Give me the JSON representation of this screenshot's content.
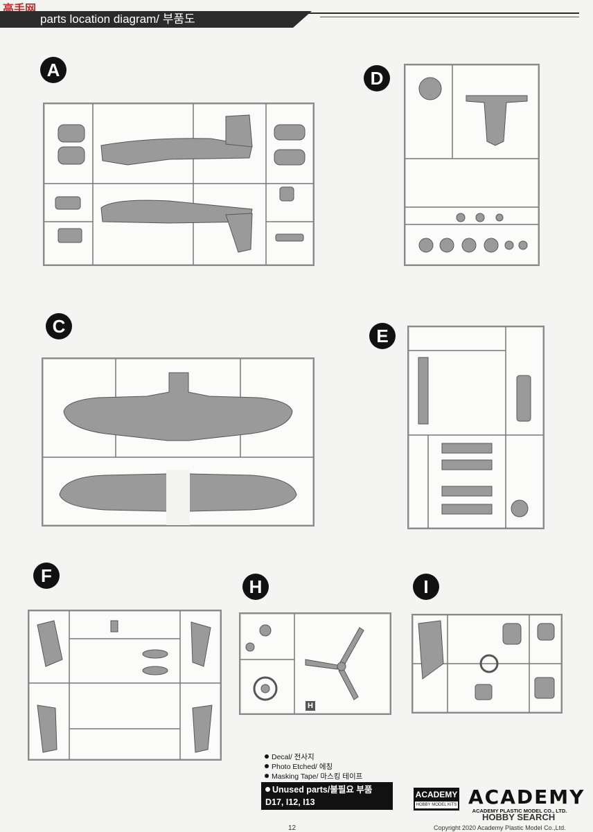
{
  "header": {
    "title": "parts location diagram/ 부품도",
    "watermark": "高手网"
  },
  "sprues": {
    "A": {
      "label": "A"
    },
    "C": {
      "label": "C"
    },
    "D": {
      "label": "D"
    },
    "E": {
      "label": "E"
    },
    "F": {
      "label": "F"
    },
    "H": {
      "label": "H",
      "tag": "H"
    },
    "I": {
      "label": "I"
    }
  },
  "legend": {
    "items": [
      "Decal/ 전사지",
      "Photo Etched/ 에칭",
      "Masking Tape/ 마스킹 테이프"
    ],
    "unused_title": "Unused parts/불필요 부품",
    "unused_parts": "D17, I12, I13"
  },
  "branding": {
    "badge_top": "ACADEMY",
    "badge_bottom": "HOBBY MODEL KITS",
    "logo": "ACADEMY",
    "company": "ACADEMY PLASTIC MODEL CO., LTD.",
    "watermark": "HOBBY SEARCH"
  },
  "footer": {
    "page_number": "12",
    "copyright": "Copyright 2020 Academy Plastic Model Co.,Ltd."
  },
  "colors": {
    "header": "#2b2b2b",
    "sprue_frame": "#8a8a8a",
    "part_fill": "#9a9a9a",
    "accent": "#c03030"
  }
}
